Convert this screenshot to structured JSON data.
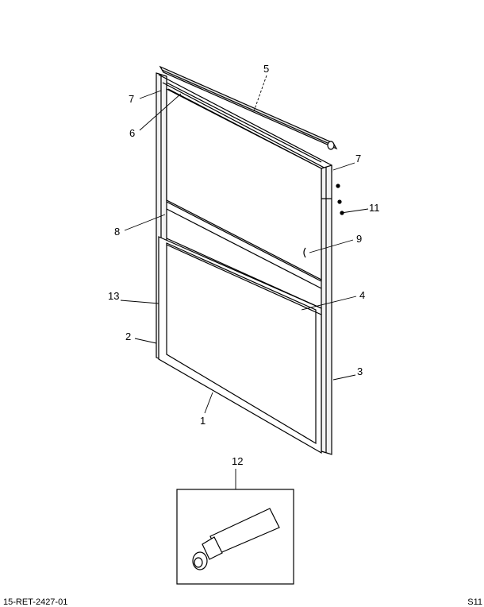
{
  "callouts": {
    "c1": "1",
    "c2": "2",
    "c3": "3",
    "c4": "4",
    "c5": "5",
    "c6": "6",
    "c7a": "7",
    "c7b": "7",
    "c8": "8",
    "c9": "9",
    "c11": "11",
    "c12": "12",
    "c13": "13"
  },
  "footer": {
    "left": "15-RET-2427-01",
    "right": "S11"
  }
}
